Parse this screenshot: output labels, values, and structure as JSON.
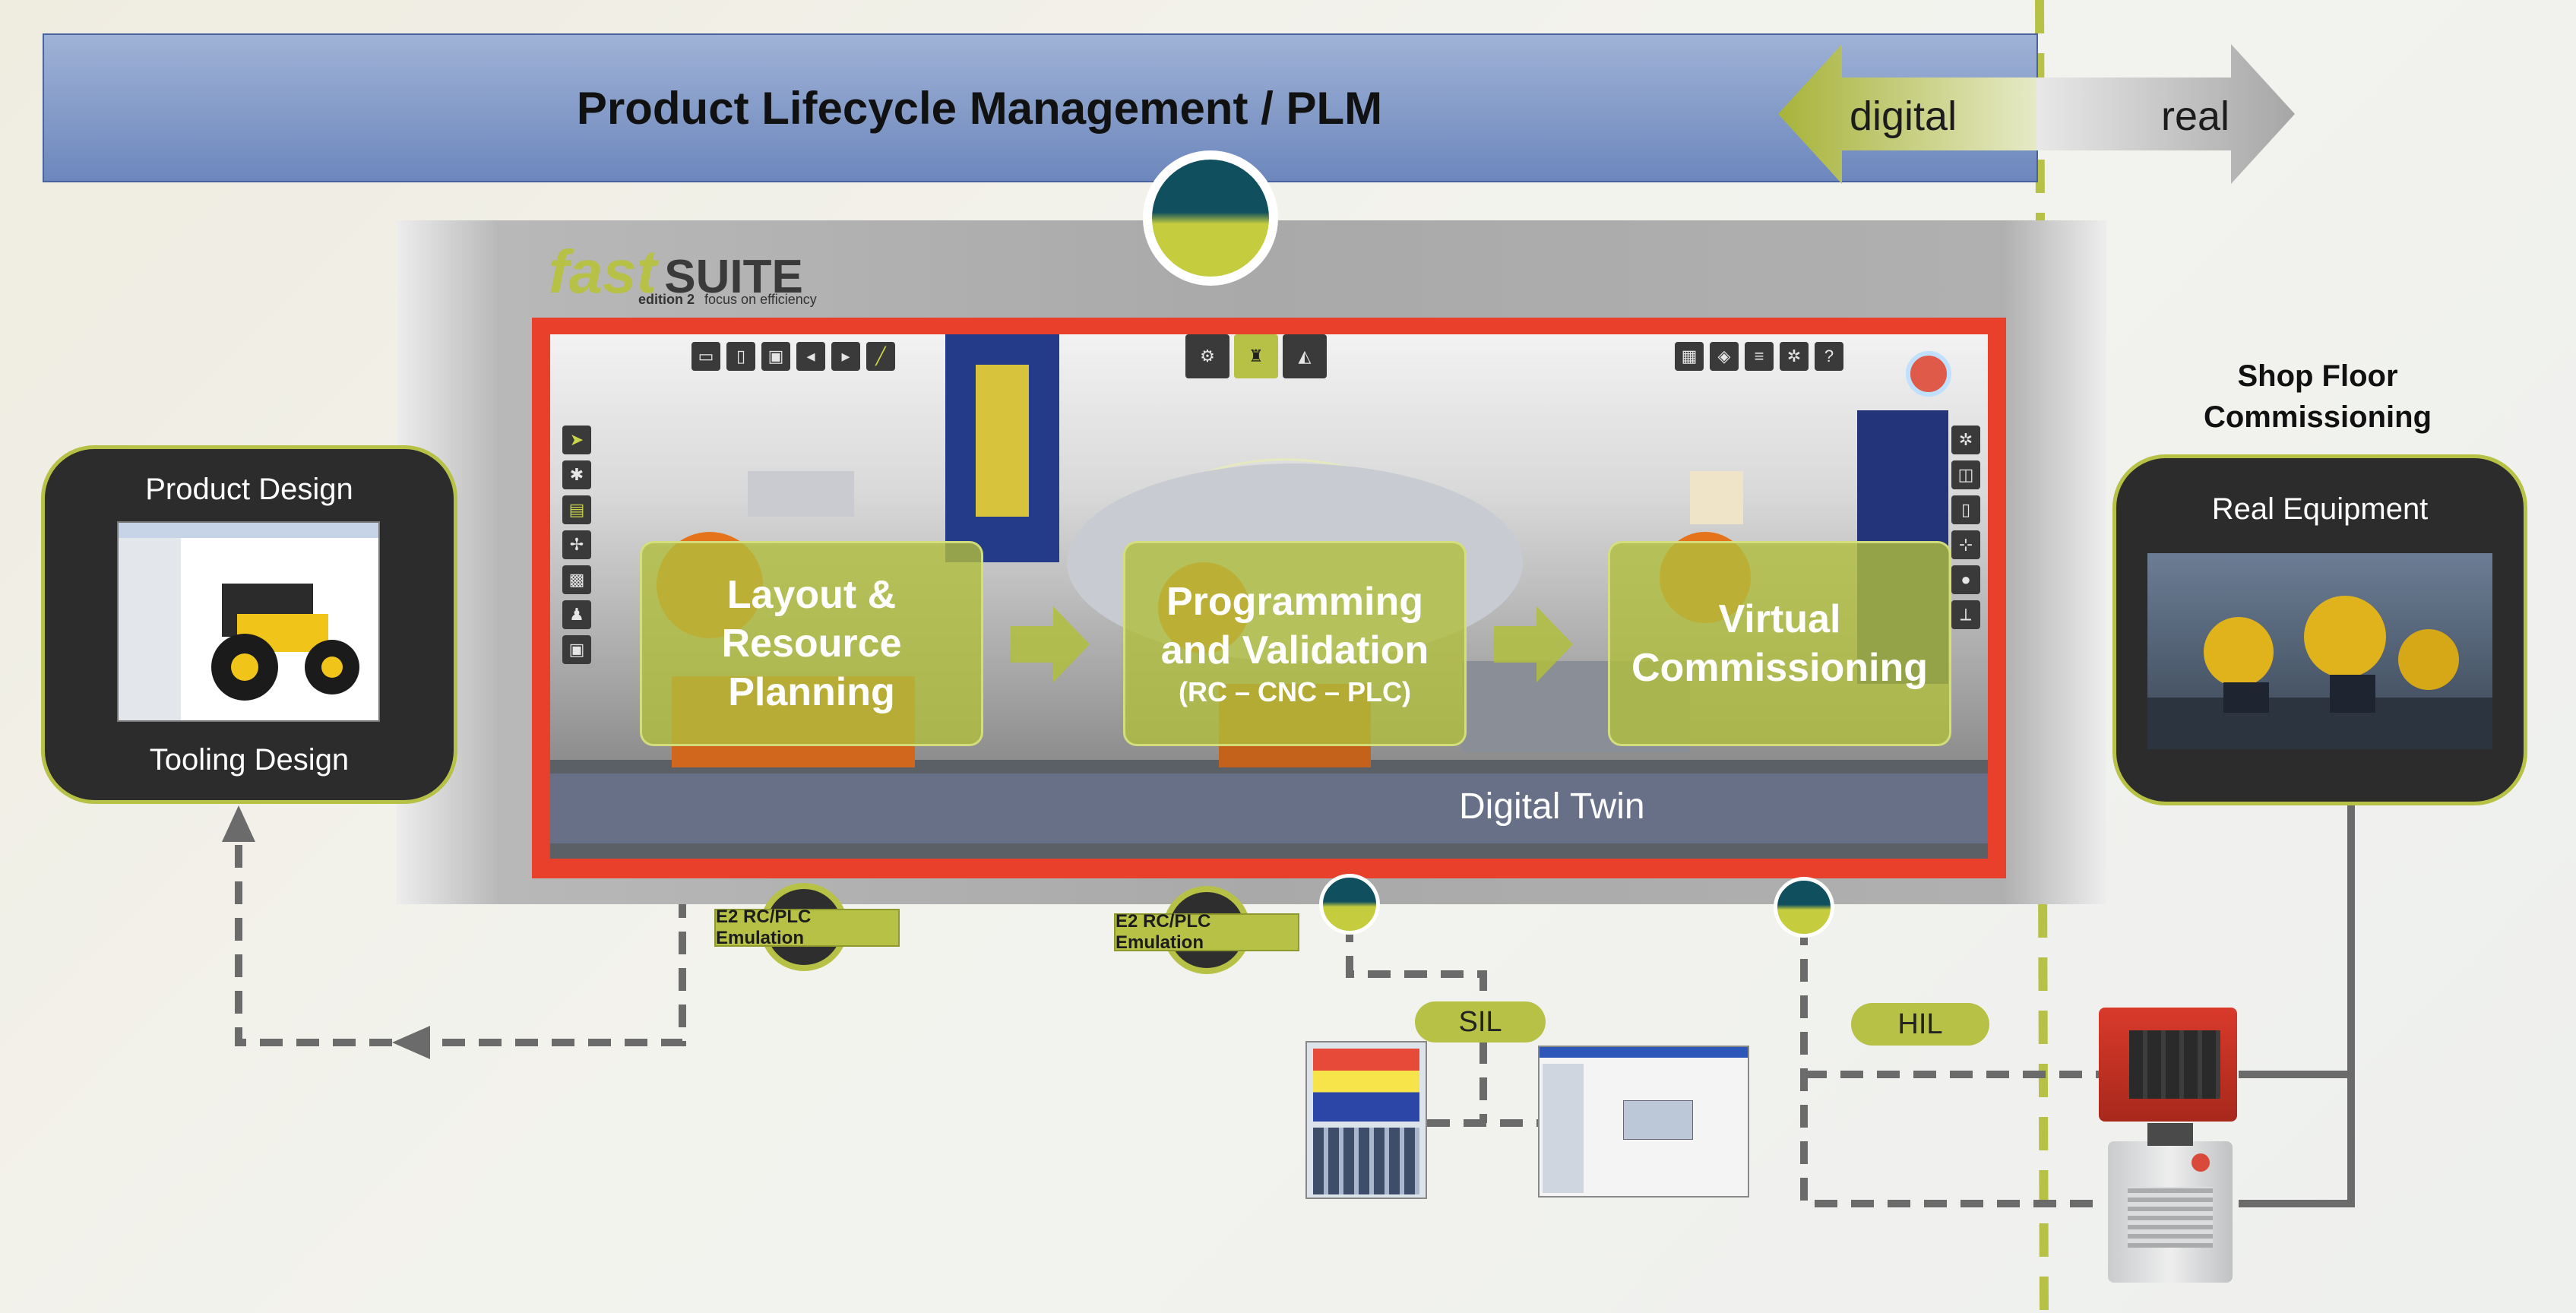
{
  "header": {
    "title": "Product Lifecycle Management / PLM",
    "digital_label": "digital",
    "real_label": "real"
  },
  "suite": {
    "logo_word": "fast",
    "logo_suffix": "SUITE",
    "edition": "edition 2",
    "tagline": "focus on efficiency"
  },
  "steps": {
    "layout": {
      "line1": "Layout &",
      "line2": "Resource",
      "line3": "Planning"
    },
    "programming": {
      "line1": "Programming",
      "line2": "and Validation",
      "sub": "(RC – CNC – PLC)"
    },
    "virtual": {
      "line1": "Virtual",
      "line2": "Commissioning"
    }
  },
  "digital_twin": "Digital Twin",
  "left_box": {
    "top": "Product Design",
    "bottom": "Tooling Design"
  },
  "right": {
    "heading_line1": "Shop Floor",
    "heading_line2": "Commissioning",
    "box_label": "Real Equipment"
  },
  "emulation": {
    "label1": "E2 RC/PLC Emulation",
    "label2": "E2 RC/PLC Emulation"
  },
  "pills": {
    "sil": "SIL",
    "hil": "HIL"
  },
  "colors": {
    "accent_green": "#b6c146",
    "frame_red": "#e8402a",
    "plm_blue": "#6d87bd",
    "dark_box": "#2c2c2c",
    "dash_gray": "#6b6b6b"
  },
  "icons": {
    "toolbar_left": [
      "folder-open-icon",
      "document-icon",
      "save-icon",
      "back-icon",
      "forward-icon",
      "ruler-icon"
    ],
    "toolbar_mid": [
      "planning-mode-icon",
      "robot-mode-icon",
      "validation-mode-icon"
    ],
    "toolbar_right": [
      "layout-icon",
      "cube-icon",
      "layers-icon",
      "gear-icon",
      "help-icon"
    ]
  }
}
